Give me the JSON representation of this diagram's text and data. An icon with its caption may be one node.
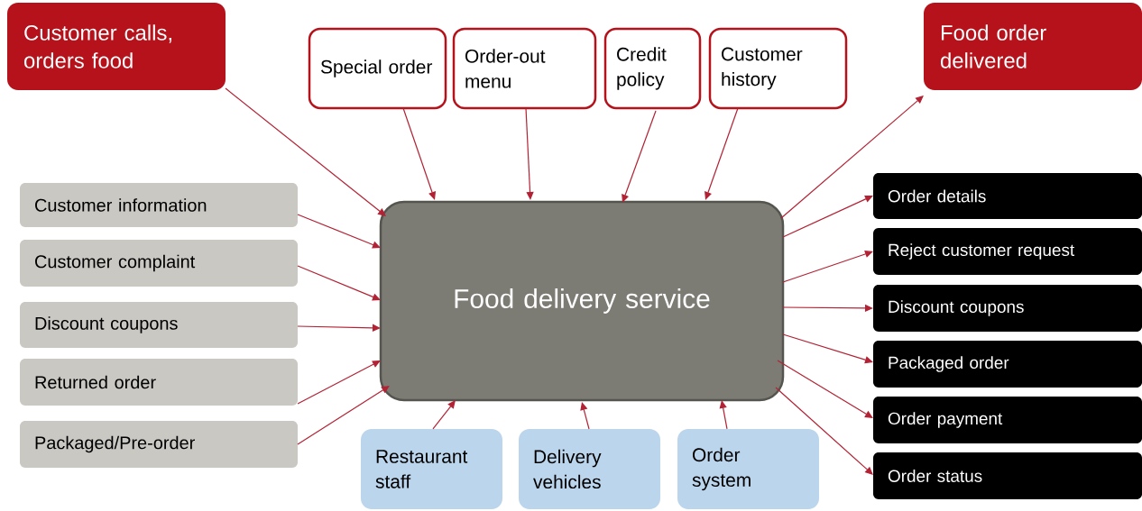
{
  "diagram": {
    "nodes": [
      {
        "text": [
          "Food delivery service"
        ]
      },
      {
        "text": [
          "Customer calls, orders food"
        ]
      },
      {
        "text": [
          "Special order"
        ]
      },
      {
        "text": [
          "Order-out menu"
        ]
      },
      {
        "text": [
          "Credit policy"
        ]
      },
      {
        "text": [
          "Customer history"
        ]
      },
      {
        "text": [
          "Food order delivered"
        ]
      },
      {
        "text": [
          "Customer information"
        ]
      },
      {
        "text": [
          "Customer complaint"
        ]
      },
      {
        "text": [
          "Discount coupons"
        ]
      },
      {
        "text": [
          "Returned order"
        ]
      },
      {
        "text": [
          "Packaged/Pre-order"
        ]
      },
      {
        "text": [
          "Order details"
        ]
      },
      {
        "text": [
          "Reject customer request"
        ]
      },
      {
        "text": [
          "Discount coupons"
        ]
      },
      {
        "text": [
          "Packaged order"
        ]
      },
      {
        "text": [
          "Order payment"
        ]
      },
      {
        "text": [
          "Order status"
        ]
      },
      {
        "text": [
          "Restaurant staff"
        ]
      },
      {
        "text": [
          "Delivery vehicles"
        ]
      },
      {
        "text": [
          "Order system"
        ]
      }
    ],
    "edges": [
      {
        "from": 1,
        "to": 0,
        "arrow": "to"
      },
      {
        "from": 2,
        "to": 0,
        "arrow": "to"
      },
      {
        "from": 3,
        "to": 0,
        "arrow": "to"
      },
      {
        "from": 4,
        "to": 0,
        "arrow": "to"
      },
      {
        "from": 5,
        "to": 0,
        "arrow": "to"
      },
      {
        "from": 0,
        "to": 6,
        "arrow": "to"
      },
      {
        "from": 7,
        "to": 0,
        "arrow": "to"
      },
      {
        "from": 8,
        "to": 0,
        "arrow": "to"
      },
      {
        "from": 9,
        "to": 0,
        "arrow": "to"
      },
      {
        "from": 10,
        "to": 0,
        "arrow": "to"
      },
      {
        "from": 11,
        "to": 0,
        "arrow": "to"
      },
      {
        "from": 0,
        "to": 12,
        "arrow": "to"
      },
      {
        "from": 0,
        "to": 13,
        "arrow": "to"
      },
      {
        "from": 0,
        "to": 14,
        "arrow": "to"
      },
      {
        "from": 0,
        "to": 15,
        "arrow": "to"
      },
      {
        "from": 0,
        "to": 16,
        "arrow": "to"
      },
      {
        "from": 0,
        "to": 17,
        "arrow": "to"
      },
      {
        "from": 18,
        "to": 0,
        "arrow": "to"
      },
      {
        "from": 19,
        "to": 0,
        "arrow": "to"
      },
      {
        "from": 20,
        "to": 0,
        "arrow": "to"
      }
    ]
  }
}
